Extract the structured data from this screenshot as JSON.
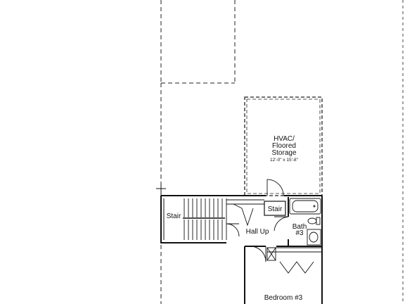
{
  "rooms": {
    "hvac": {
      "lines": [
        "HVAC/",
        "Floored",
        "Storage"
      ],
      "dims": "12'-0\" x 15'-8\""
    },
    "stair_left": {
      "label": "Stair"
    },
    "stair_right": {
      "label": "Stair"
    },
    "hall": {
      "label": "Hall Up"
    },
    "bath": {
      "lines": [
        "Bath",
        "#3"
      ]
    },
    "bedroom": {
      "label": "Bedroom #3"
    }
  }
}
